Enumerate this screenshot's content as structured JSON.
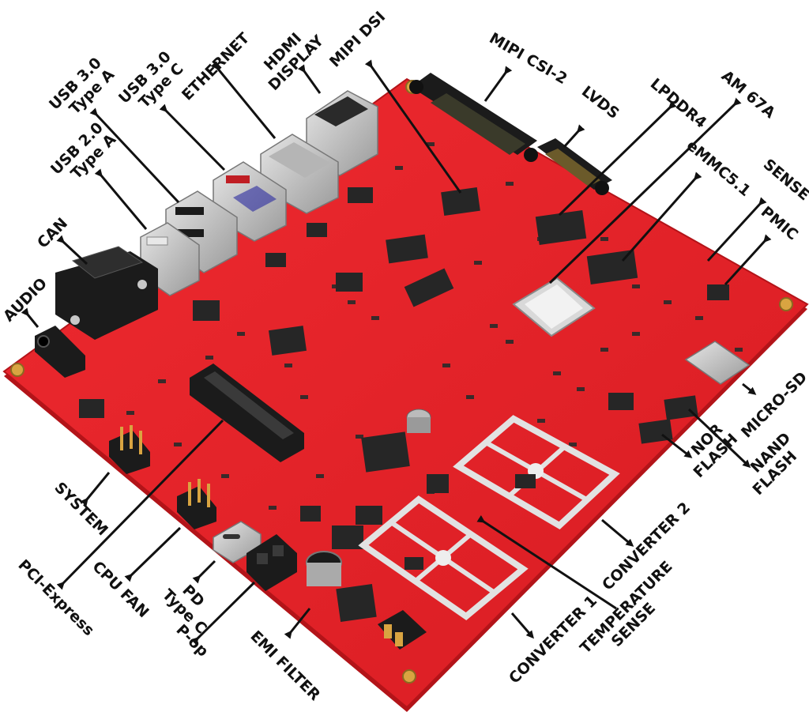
{
  "colors": {
    "board": "#e8232a",
    "board_edge": "#b31419",
    "connector": "#1b1b1b",
    "metal": "#c8c8c8",
    "chip": "#2a2a2a",
    "mounting_hole": "#d9a441"
  },
  "labels": {
    "usb30a_l1": "USB 3.0",
    "usb30a_l2": "Type A",
    "usb30c_l1": "USB 3.0",
    "usb30c_l2": "Type C",
    "ethernet": "ETHERNET",
    "hdmi_l1": "HDMI",
    "hdmi_l2": "DISPLAY",
    "mipi_dsi": "MIPI DSI",
    "mipi_csi": "MIPI CSI-2",
    "lvds": "LVDS",
    "lpddr4": "LPDDR4",
    "am67a": "AM 67A",
    "emmc": "eMMC5.1",
    "sense": "SENSE",
    "pmic": "PMIC",
    "usb20_l1": "USB 2.0",
    "usb20_l2": "Type A",
    "can": "CAN",
    "audio": "AUDIO",
    "micro_sd": "MICRO-SD",
    "nor_l1": "NOR",
    "nor_l2": "FLASH",
    "nand_l1": "NAND",
    "nand_l2": "FLASH",
    "converter2": "CONVERTER 2",
    "temp_l1": "TEMPERATURE",
    "temp_l2": "SENSE",
    "converter1": "CONVERTER 1",
    "emi_filter": "EMI FILTER",
    "pop": "P-op",
    "pd_l1": "PD",
    "pd_l2": "Type C",
    "cpu_fan": "CPU FAN",
    "pcie": "PCI-Express",
    "system": "SYSTEM"
  }
}
